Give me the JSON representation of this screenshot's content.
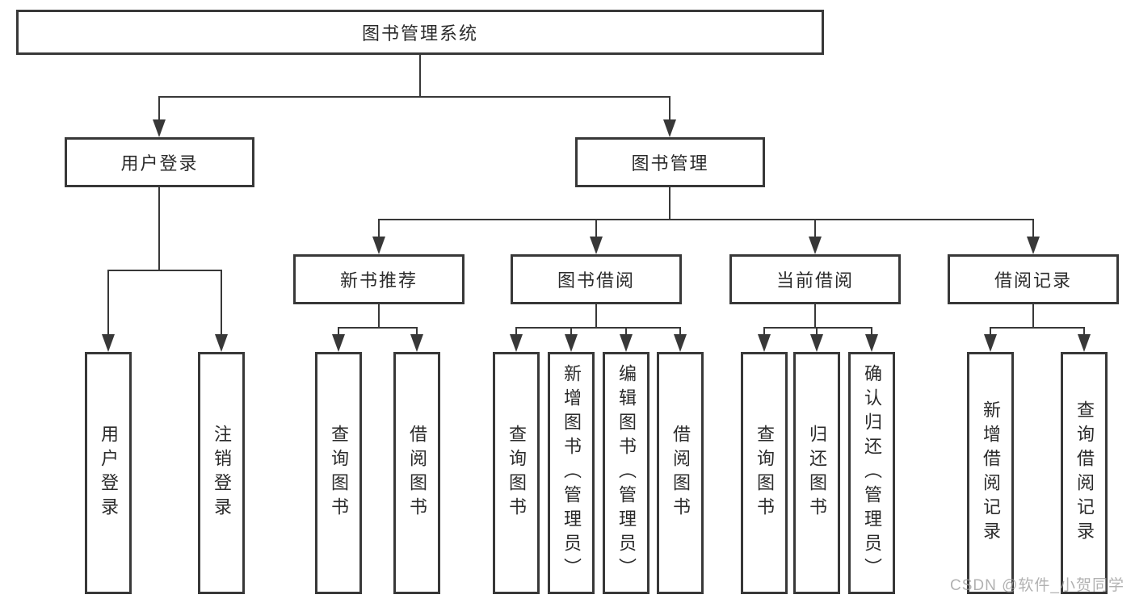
{
  "diagram": {
    "root": {
      "label": "图书管理系统"
    },
    "level2": {
      "user_login": {
        "label": "用户登录"
      },
      "book_management": {
        "label": "图书管理"
      }
    },
    "level3": {
      "new_book_recommend": {
        "label": "新书推荐"
      },
      "book_borrow": {
        "label": "图书借阅"
      },
      "current_borrow": {
        "label": "当前借阅"
      },
      "borrow_records": {
        "label": "借阅记录"
      }
    },
    "leaves": [
      {
        "label": "用户登录"
      },
      {
        "label": "注销登录"
      },
      {
        "label": "查询图书"
      },
      {
        "label": "借阅图书"
      },
      {
        "label": "查询图书"
      },
      {
        "label": "新增图书（管理员）"
      },
      {
        "label": "编辑图书（管理员）"
      },
      {
        "label": "借阅图书"
      },
      {
        "label": "查询图书"
      },
      {
        "label": "归还图书"
      },
      {
        "label": "确认归还（管理员）"
      },
      {
        "label": "新增借阅记录"
      },
      {
        "label": "查询借阅记录"
      }
    ],
    "colors": {
      "line": "#383838",
      "text": "#2b2b2b",
      "watermark": "#9e9e9e"
    }
  },
  "watermark": {
    "text": "CSDN @软件_小贺同学"
  }
}
